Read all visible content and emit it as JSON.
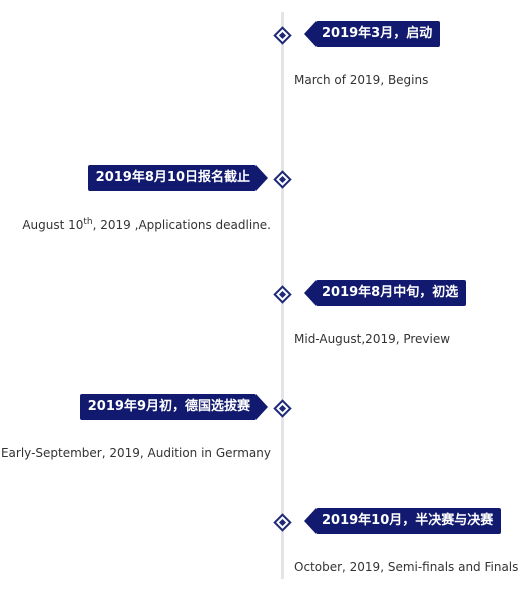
{
  "timeline": {
    "events": [
      {
        "tag": "2019年3月，启动",
        "desc": "March of 2019, Begins"
      },
      {
        "tag": "2019年8月10日报名截止",
        "desc_pre": "August 10",
        "desc_sup": "th",
        "desc_post": ", 2019 ,Applications deadline."
      },
      {
        "tag": "2019年8月中旬，初选",
        "desc": "Mid-August,2019, Preview"
      },
      {
        "tag": "2019年9月初，德国选拔赛",
        "desc": "Early-September, 2019, Audition in Germany"
      },
      {
        "tag": "2019年10月，半决赛与决赛",
        "desc": "October, 2019, Semi-finals and Finals"
      }
    ]
  },
  "colors": {
    "tag_background": "#111a6e",
    "node_border": "#1e2a78",
    "axis": "#e4e4e8"
  }
}
